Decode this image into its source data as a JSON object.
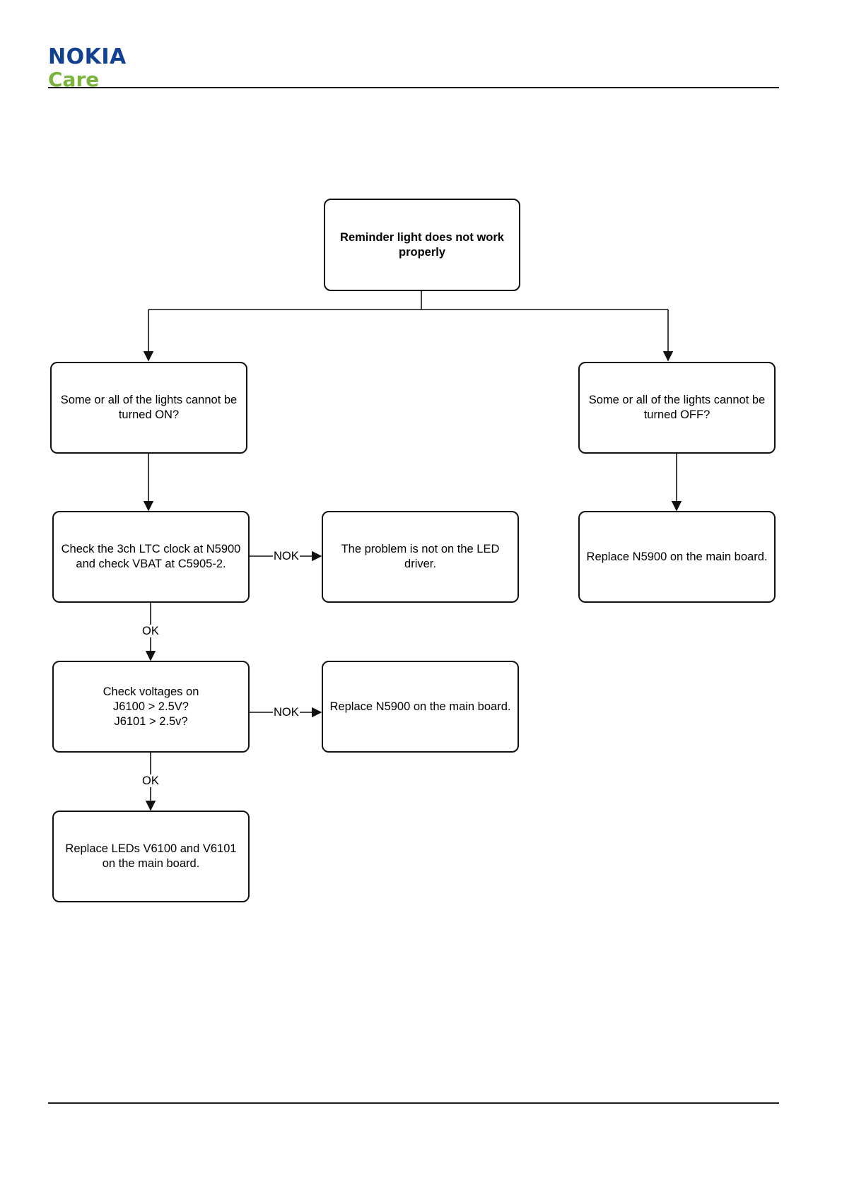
{
  "brand": {
    "name": "NOKIA",
    "tagline": "Care",
    "name_color": "#124191",
    "tagline_color": "#7ab43c"
  },
  "flowchart": {
    "start": "Reminder light does not work properly",
    "branch_on": "Some or all of the lights cannot be turned ON?",
    "branch_off": "Some or all of the lights cannot be turned OFF?",
    "check_clock": "Check the 3ch LTC clock at N5900 and check VBAT at C5905-2.",
    "not_led_driver": "The problem is not on the LED driver.",
    "replace_n5900_right": "Replace N5900 on the main board.",
    "check_voltages": "Check voltages on\nJ6100 > 2.5V?\nJ6101 > 2.5v?",
    "replace_n5900_mid": "Replace N5900 on the main board.",
    "replace_leds": "Replace LEDs V6100 and V6101 on the main board.",
    "label_nok_1": "NOK",
    "label_ok_1": "OK",
    "label_nok_2": "NOK",
    "label_ok_2": "OK"
  }
}
